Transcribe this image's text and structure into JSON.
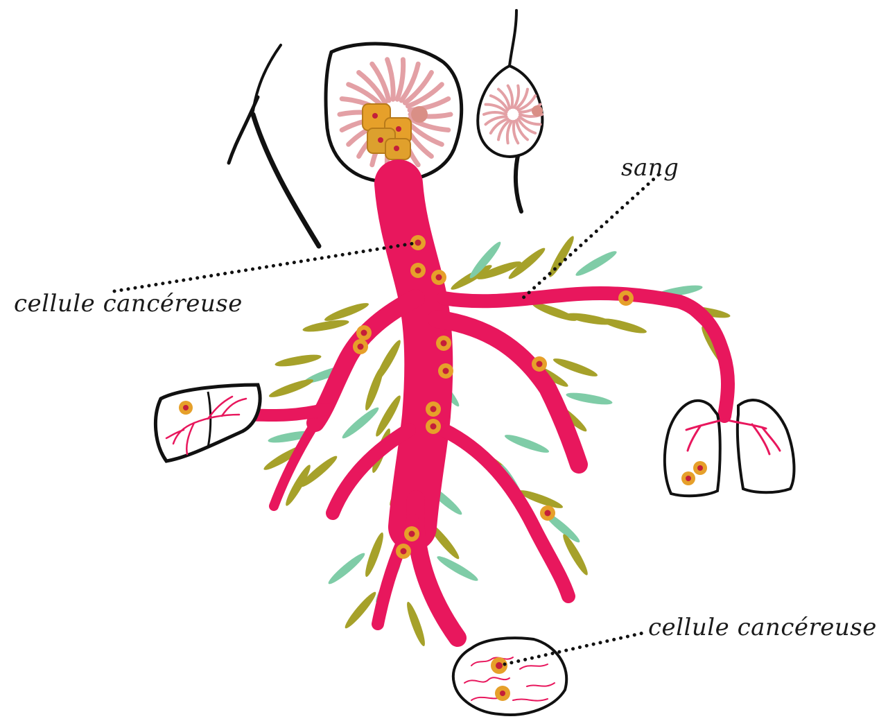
{
  "labels": {
    "cancer_cell_top": "cellule cancéreuse",
    "blood": "sang",
    "cancer_cell_bottom": "cellule cancéreuse"
  },
  "colors": {
    "vessel": "#e8175d",
    "cell_outer": "#e6a02a",
    "cell_core": "#c41e3a",
    "leaf_olive": "#a6a12a",
    "leaf_mint": "#7fcca7",
    "gland_pink": "#e3a0a5",
    "outline": "#111111"
  },
  "icons": {
    "breast_left": "breast-icon",
    "breast_right": "breast-icon",
    "liver": "liver-icon",
    "lungs": "lungs-icon",
    "brain": "brain-icon"
  }
}
